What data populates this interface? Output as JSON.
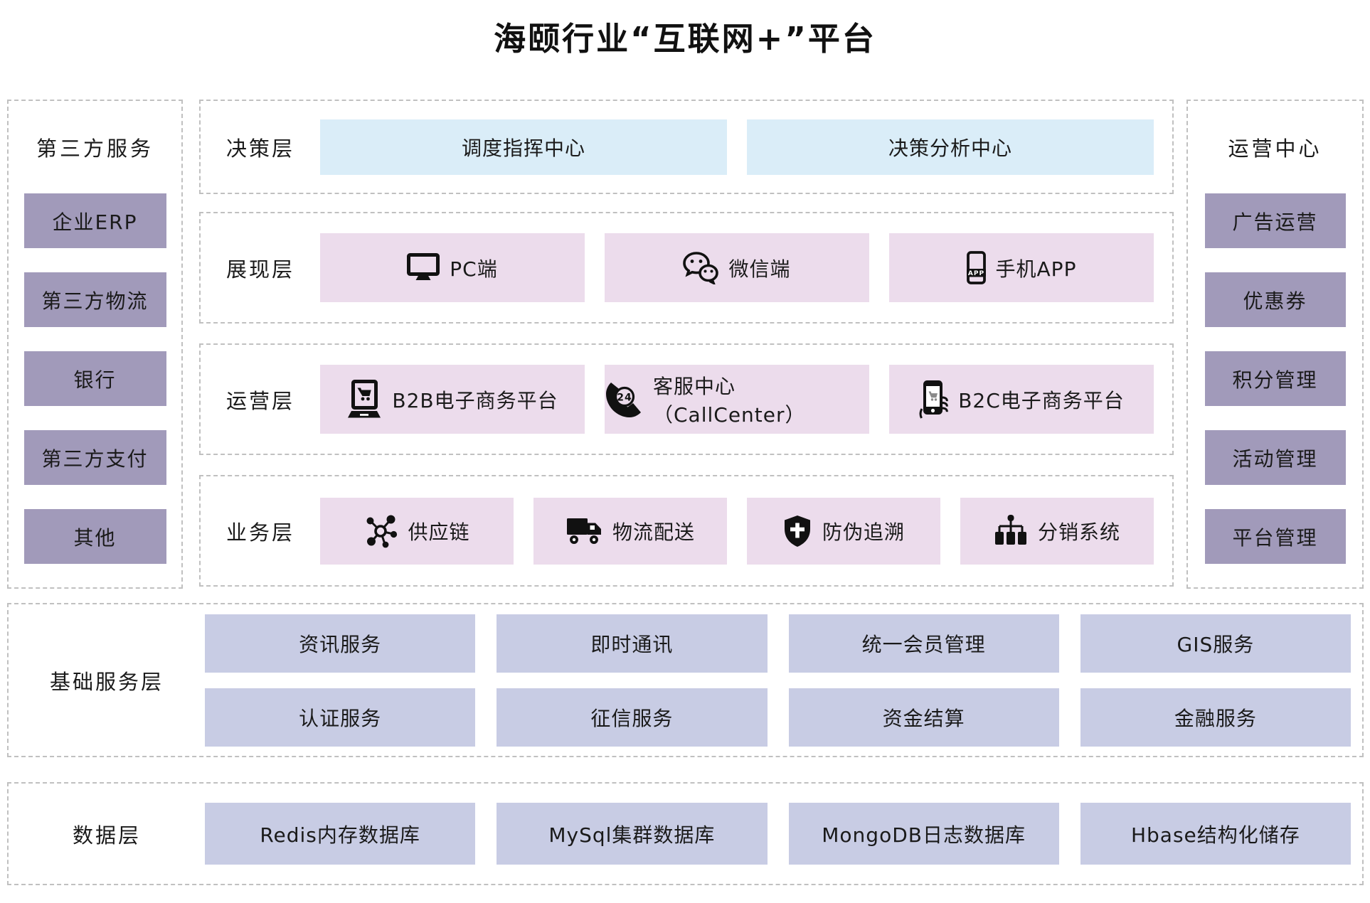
{
  "title": "海颐行业“互联网+”平台",
  "left_sidebar": {
    "title": "第三方服务",
    "items": [
      "企业ERP",
      "第三方物流",
      "银行",
      "第三方支付",
      "其他"
    ]
  },
  "right_sidebar": {
    "title": "运营中心",
    "items": [
      "广告运营",
      "优惠券",
      "积分管理",
      "活动管理",
      "平台管理"
    ]
  },
  "layers": {
    "decision": {
      "label": "决策层",
      "items": [
        "调度指挥中心",
        "决策分析中心"
      ]
    },
    "presentation": {
      "label": "展现层",
      "items": [
        {
          "icon": "pc-icon",
          "label": "PC端"
        },
        {
          "icon": "wechat-icon",
          "label": "微信端"
        },
        {
          "icon": "mobile-app-icon",
          "label": "手机APP"
        }
      ]
    },
    "operation": {
      "label": "运营层",
      "items": [
        {
          "icon": "b2b-ecommerce-icon",
          "label": "B2B电子商务平台"
        },
        {
          "icon": "callcenter-icon",
          "label": "客服中心（CallCenter）"
        },
        {
          "icon": "b2c-ecommerce-icon",
          "label": "B2C电子商务平台"
        }
      ]
    },
    "business": {
      "label": "业务层",
      "items": [
        {
          "icon": "supply-chain-icon",
          "label": "供应链"
        },
        {
          "icon": "logistics-truck-icon",
          "label": "物流配送"
        },
        {
          "icon": "anti-counterfeit-shield-icon",
          "label": "防伪追溯"
        },
        {
          "icon": "distribution-network-icon",
          "label": "分销系统"
        }
      ]
    }
  },
  "base_service_layer": {
    "label": "基础服务层",
    "items": [
      "资讯服务",
      "即时通讯",
      "统一会员管理",
      "GIS服务",
      "认证服务",
      "征信服务",
      "资金结算",
      "金融服务"
    ]
  },
  "data_layer": {
    "label": "数据层",
    "items": [
      "Redis内存数据库",
      "MySql集群数据库",
      "MongoDB日志数据库",
      "Hbase结构化储存"
    ]
  },
  "colors": {
    "sidebar_box": "#a19aba",
    "decision_box": "#daedf8",
    "pink_box": "#ecdcec",
    "service_box": "#c8cce4",
    "dashed_border": "#c0c0c0",
    "text": "#1a1a1a"
  }
}
